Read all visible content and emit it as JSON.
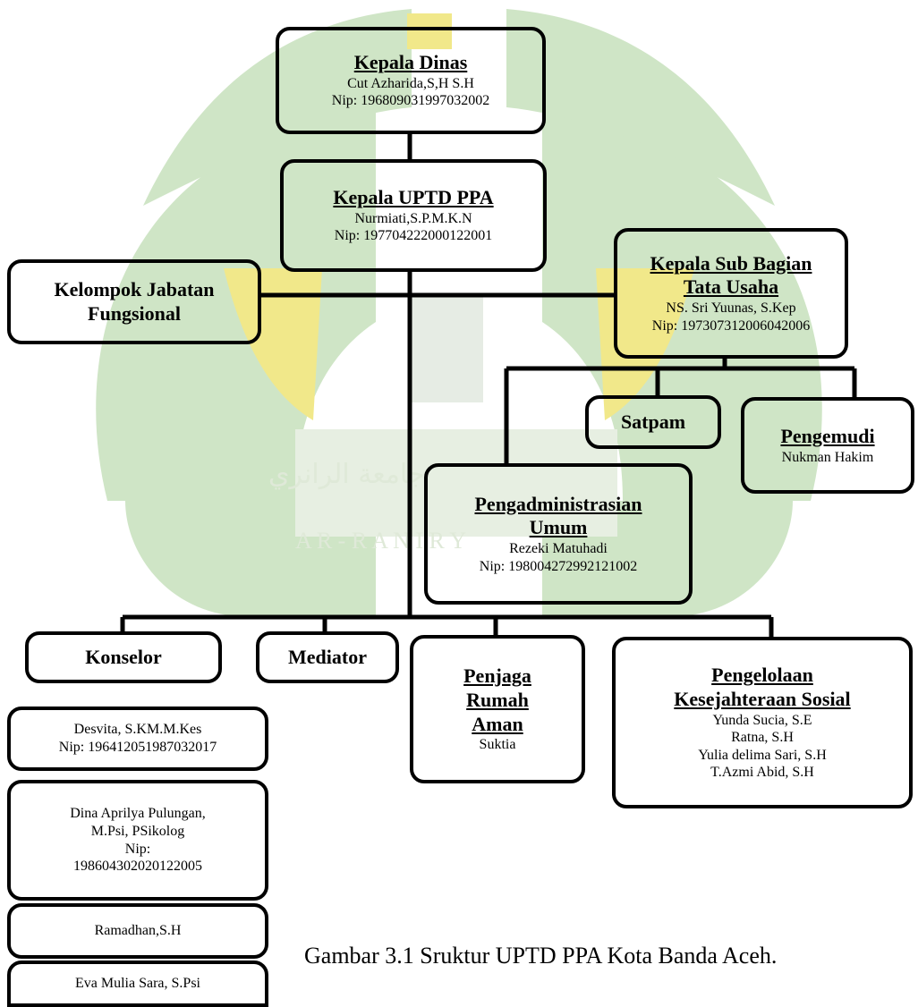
{
  "colors": {
    "watermark_green": "#cfe5c6",
    "watermark_yellow": "#f1e88a",
    "line": "#000000"
  },
  "watermark": {
    "text_arabic": "جامعة الرانري",
    "text_latin": "A R - R A N I R Y"
  },
  "nodes": {
    "kepala_dinas": {
      "title": "Kepala Dinas",
      "name": "Cut Azharida,S,H S.H",
      "nip": "Nip: 196809031997032002"
    },
    "kepala_uptd": {
      "title": "Kepala UPTD PPA",
      "name": "Nurmiati,S.P.M.K.N",
      "nip": "Nip: 197704222000122001"
    },
    "kelompok": {
      "title_line1": "Kelompok Jabatan",
      "title_line2": "Fungsional"
    },
    "kasubag": {
      "title_line1": "Kepala Sub Bagian",
      "title_line2": "Tata Usaha",
      "name": "NS. Sri Yuunas, S.Kep",
      "nip": "Nip: 197307312006042006"
    },
    "satpam": {
      "title": "Satpam"
    },
    "pengemudi": {
      "title": "Pengemudi",
      "name": "Nukman Hakim"
    },
    "pengadministrasian": {
      "title_line1": "Pengadministrasian",
      "title_line2": "Umum",
      "name": "Rezeki Matuhadi",
      "nip": "Nip: 198004272992121002"
    },
    "konselor": {
      "title": "Konselor",
      "members": [
        {
          "line1": "Desvita, S.KM.M.Kes",
          "line2": "Nip: 196412051987032017"
        },
        {
          "line1": "Dina Aprilya Pulungan,",
          "line2": "M.Psi, PSikolog",
          "line3": "Nip:",
          "line4": "198604302020122005"
        },
        {
          "line1": "Ramadhan,S.H"
        },
        {
          "line1": "Eva Mulia Sara, S.Psi"
        }
      ]
    },
    "mediator": {
      "title": "Mediator"
    },
    "penjaga": {
      "title_line1": "Penjaga",
      "title_line2": "Rumah",
      "title_line3": "Aman",
      "name": "Suktia"
    },
    "pengelolaan": {
      "title_line1": "Pengelolaan",
      "title_line2": "Kesejahteraan Sosial",
      "members": [
        "Yunda Sucia, S.E",
        "Ratna, S.H",
        "Yulia delima Sari, S.H",
        "T.Azmi Abid, S.H"
      ]
    }
  },
  "caption": "Gambar 3.1 Sruktur UPTD PPA Kota Banda Aceh."
}
